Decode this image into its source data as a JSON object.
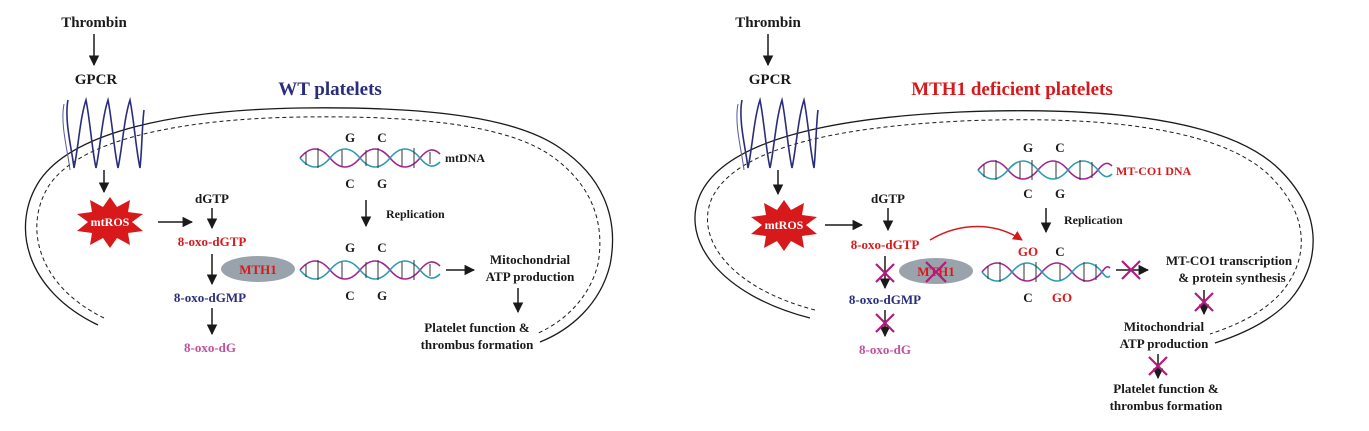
{
  "colors": {
    "dark": "#1a1a1a",
    "navy": "#2a2d7c",
    "red": "#d7191c",
    "magenta": "#c0509c",
    "purple": "#a3238e",
    "teal": "#2b9cb0",
    "gray": "#9aa3ab",
    "cross": "#b5197c"
  },
  "icons": [
    "gpcr-helix-icon",
    "mtros-burst-icon",
    "dna-helix-icon",
    "cross-mark-icon",
    "arrow-icon"
  ],
  "wt": {
    "title": "WT platelets",
    "thrombin": "Thrombin",
    "gpcr": "GPCR",
    "mtros": "mtROS",
    "dgtp": "dGTP",
    "oxo_dgtp": "8-oxo-dGTP",
    "mth1": "MTH1",
    "oxo_dgmp": "8-oxo-dGMP",
    "oxo_dg": "8-oxo-dG",
    "dna_label": "mtDNA",
    "replication": "Replication",
    "base_g": "G",
    "base_c": "C",
    "outcome1_line1": "Mitochondrial",
    "outcome1_line2": "ATP production",
    "outcome2_line1": "Platelet function &",
    "outcome2_line2": "thrombus formation"
  },
  "mth1": {
    "title": "MTH1 deficient platelets",
    "thrombin": "Thrombin",
    "gpcr": "GPCR",
    "mtros": "mtROS",
    "dgtp": "dGTP",
    "oxo_dgtp": "8-oxo-dGTP",
    "mth1": "MTH1",
    "oxo_dgmp": "8-oxo-dGMP",
    "oxo_dg": "8-oxo-dG",
    "dna_label": "MT-CO1 DNA",
    "replication": "Replication",
    "base_g": "G",
    "base_c": "C",
    "base_go": "GO",
    "outcome0_line1": "MT-CO1 transcription",
    "outcome0_line2": "& protein synthesis",
    "outcome1_line1": "Mitochondrial",
    "outcome1_line2": "ATP production",
    "outcome2_line1": "Platelet function &",
    "outcome2_line2": "thrombus formation"
  }
}
